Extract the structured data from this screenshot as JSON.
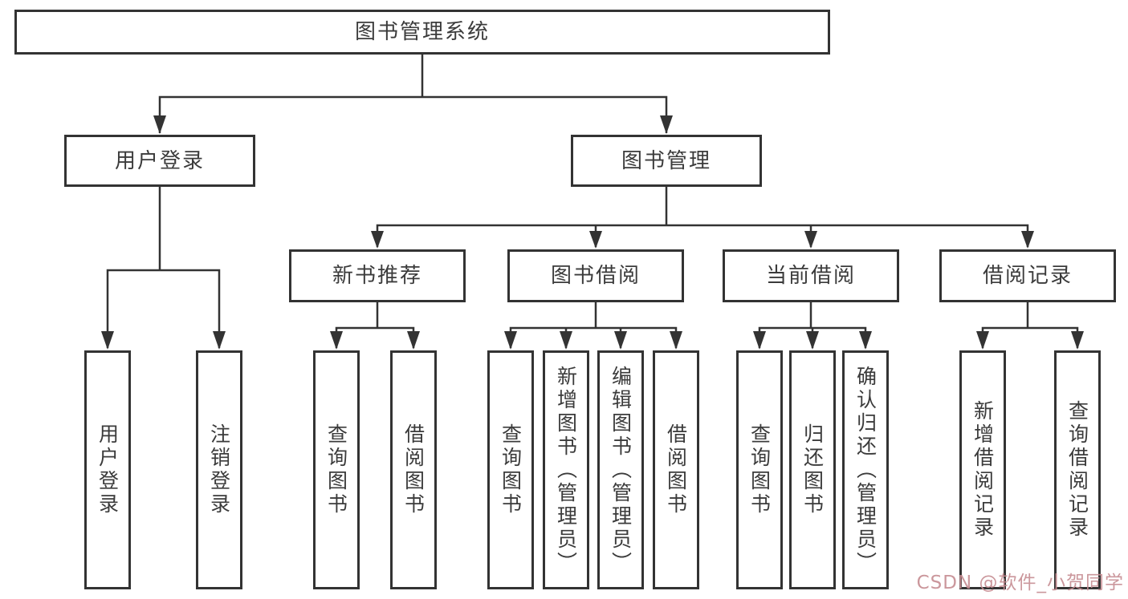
{
  "diagram": {
    "title": "图书管理系统",
    "type": "hierarchy-functional-structure"
  },
  "colors": {
    "line": "#333333",
    "box_border": "#333333",
    "text": "#3b3b3b",
    "background": "#ffffff",
    "watermark": "#c58c91"
  },
  "watermark": {
    "text": "CSDN @软件_小贺同学"
  },
  "nodes": {
    "root": {
      "label": "图书管理系统",
      "children": [
        "user_login",
        "book_management"
      ]
    },
    "user_login": {
      "label": "用户登录",
      "children": [
        "login",
        "logout"
      ]
    },
    "book_management": {
      "label": "图书管理",
      "children": [
        "new_book_rec",
        "book_borrow",
        "current_borrow",
        "borrow_records"
      ]
    },
    "login": {
      "label": "用户登录"
    },
    "logout": {
      "label": "注销登录"
    },
    "new_book_rec": {
      "label": "新书推荐",
      "children": [
        "nbr_query",
        "nbr_borrow"
      ]
    },
    "book_borrow": {
      "label": "图书借阅",
      "children": [
        "bb_query",
        "bb_add",
        "bb_edit",
        "bb_borrow"
      ]
    },
    "current_borrow": {
      "label": "当前借阅",
      "children": [
        "cb_query",
        "cb_return",
        "cb_confirm"
      ]
    },
    "borrow_records": {
      "label": "借阅记录",
      "children": [
        "br_add",
        "br_query"
      ]
    },
    "nbr_query": {
      "label": "查询图书"
    },
    "nbr_borrow": {
      "label": "借阅图书"
    },
    "bb_query": {
      "label": "查询图书"
    },
    "bb_add": {
      "label": "新增图书（管理员）"
    },
    "bb_edit": {
      "label": "编辑图书（管理员）"
    },
    "bb_borrow": {
      "label": "借阅图书"
    },
    "cb_query": {
      "label": "查询图书"
    },
    "cb_return": {
      "label": "归还图书"
    },
    "cb_confirm": {
      "label": "确认归还（管理员）"
    },
    "br_add": {
      "label": "新增借阅记录"
    },
    "br_query": {
      "label": "查询借阅记录"
    }
  }
}
